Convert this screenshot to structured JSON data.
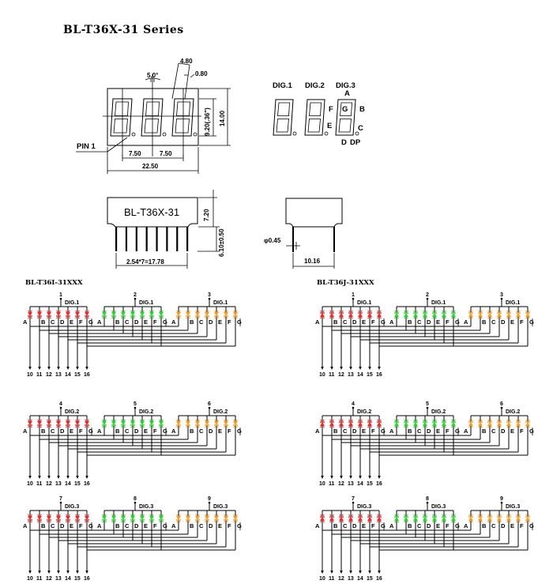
{
  "title": "BL-T36X-31 Series",
  "front_view": {
    "angle": "5.0°",
    "seg_width": "4.80",
    "seg_gap": "0.80",
    "height": "14.00",
    "digit_height": "9.20(.36\")",
    "pitch_1": "7.50",
    "pitch_2": "7.50",
    "width": "22.50",
    "pin1_label": "PIN  1"
  },
  "segment_legend": {
    "digits": [
      "DIG.1",
      "DIG.2",
      "DIG.3"
    ],
    "segments": {
      "a": "A",
      "b": "B",
      "c": "C",
      "d": "D",
      "e": "E",
      "f": "F",
      "g": "G",
      "dp": "DP"
    }
  },
  "side_view": {
    "part_label": "BL-T36X-31",
    "body_height": "7.20",
    "pin_length": "6.10±0.50",
    "pin_pitch": "2.54*7=17.78"
  },
  "end_view": {
    "pin_diameter": "φ0.45",
    "row_spacing": "10.16"
  },
  "colors": {
    "line": "#000000",
    "red": "#ff2020",
    "green": "#22dd22",
    "orange": "#ff9a1a"
  },
  "schematics": [
    {
      "part": "BL-T36I-31XXX",
      "anode_dir": "down",
      "rows": [
        {
          "dig": "DIG.1",
          "commons": [
            "1",
            "2",
            "3"
          ]
        },
        {
          "dig": "DIG.2",
          "commons": [
            "4",
            "5",
            "6"
          ]
        },
        {
          "dig": "DIG.3",
          "commons": [
            "7",
            "8",
            "9"
          ]
        }
      ]
    },
    {
      "part": "BL-T36J-31XXX",
      "anode_dir": "up",
      "rows": [
        {
          "dig": "DIG.1",
          "commons": [
            "1",
            "2",
            "3"
          ]
        },
        {
          "dig": "DIG.2",
          "commons": [
            "4",
            "5",
            "6"
          ]
        },
        {
          "dig": "DIG.3",
          "commons": [
            "7",
            "8",
            "9"
          ]
        }
      ]
    }
  ],
  "segment_letters": [
    "A",
    "B",
    "C",
    "D",
    "E",
    "F",
    "G"
  ],
  "pin_numbers": [
    "10",
    "11",
    "12",
    "13",
    "14",
    "15",
    "16"
  ]
}
